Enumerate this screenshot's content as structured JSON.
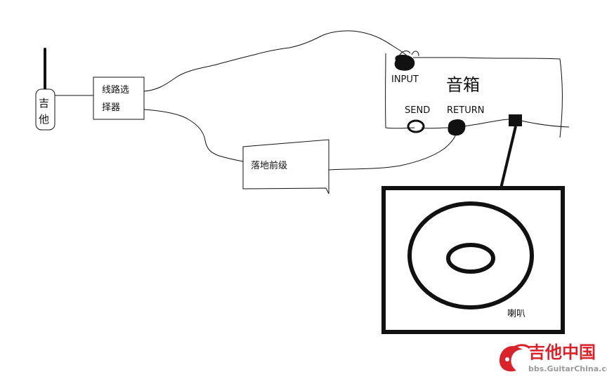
{
  "nodes": {
    "guitar": {
      "char_1": "吉",
      "char_2": "他"
    },
    "line_selector": {
      "line_1": "线路选",
      "line_2": "择器"
    },
    "preamp": {
      "label": "落地前级"
    },
    "amp": {
      "title": "音箱",
      "input_label": "INPUT",
      "send_label": "SEND",
      "return_label": "RETURN"
    },
    "speaker": {
      "label": "喇叭"
    }
  },
  "watermark": {
    "brand": "吉他中国",
    "url": "bbs.GuitarChina.com",
    "accent_color": "#d9232a"
  }
}
